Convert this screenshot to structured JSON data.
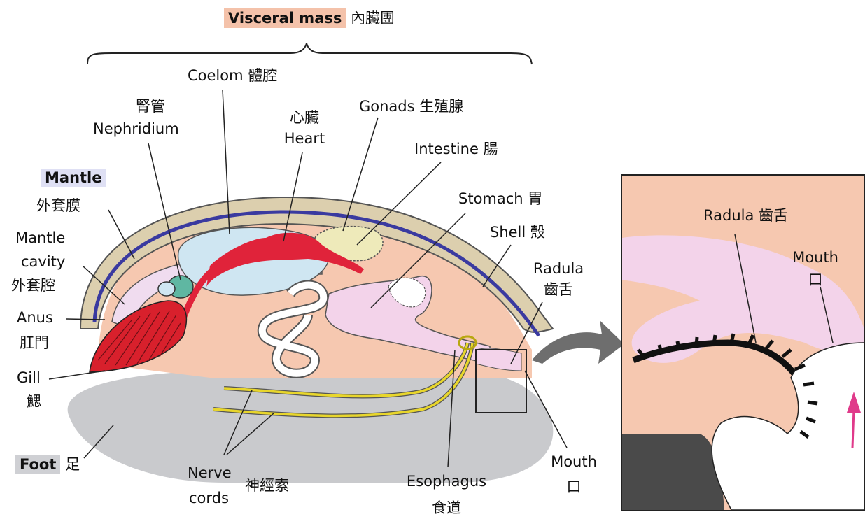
{
  "labels": {
    "visceral_mass": "Visceral mass",
    "visceral_mass_zh": "內臟團",
    "coelom": "Coelom 體腔",
    "nephridium_zh": "腎管",
    "nephridium": "Nephridium",
    "heart_zh": "心臟",
    "heart": "Heart",
    "gonads": "Gonads 生殖腺",
    "intestine": "Intestine 腸",
    "stomach": "Stomach 胃",
    "shell": "Shell 殼",
    "radula": "Radula",
    "radula_zh": "齒舌",
    "mantle": "Mantle",
    "mantle_zh": "外套膜",
    "mantle_cavity_1": "Mantle",
    "mantle_cavity_2": "cavity",
    "mantle_cavity_zh": "外套腔",
    "anus": "Anus",
    "anus_zh": "肛門",
    "gill": "Gill",
    "gill_zh": "鰓",
    "foot": "Foot",
    "foot_zh": "足",
    "nerve_cords_1": "Nerve",
    "nerve_cords_2": "cords",
    "nerve_cords_zh": "神經索",
    "esophagus": "Esophagus",
    "esophagus_zh": "食道",
    "mouth": "Mouth",
    "mouth_zh": "口",
    "inset_radula": "Radula 齒舌",
    "inset_mouth": "Mouth",
    "inset_mouth_zh": "口"
  },
  "colors": {
    "visceral": "#f6c8b0",
    "shell": "#dccfae",
    "mantle_line": "#3a3aa0",
    "foot": "#c9cacd",
    "gill": "#d8202c",
    "heart": "#e0233a",
    "coelom": "#cfe6f2",
    "digestive": "#f3d3ea",
    "gonads": "#eeeaba",
    "nerve": "#e8d62c"
  }
}
